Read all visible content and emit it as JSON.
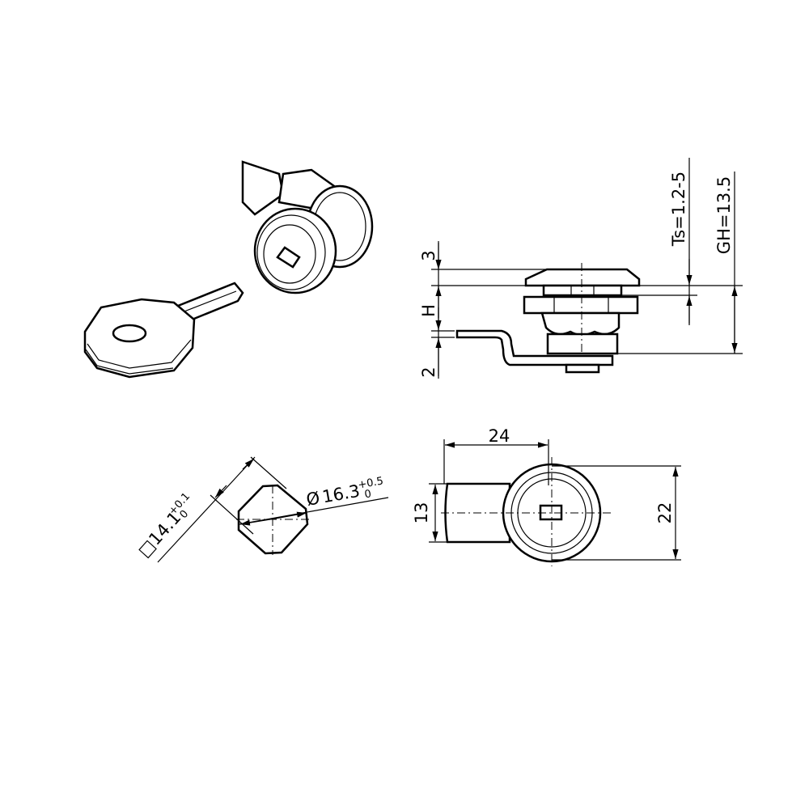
{
  "side_view": {
    "dim_top": "3",
    "dim_h": "H",
    "dim_cam": "2",
    "dim_ts": "Ts=1.2-5",
    "dim_gh": "GH=13.5"
  },
  "cutout_view": {
    "square_symbol": "□",
    "square_value": "14.1",
    "square_tol_upper": "+0.1",
    "square_tol_lower": "0",
    "diameter_symbol": "Ø",
    "diameter_value": "16.3",
    "diameter_tol_upper": "+0.5",
    "diameter_tol_lower": "0"
  },
  "front_view": {
    "dim_width": "24",
    "dim_cam_width": "13",
    "dim_height": "22"
  },
  "colors": {
    "line": "#000000",
    "background": "#ffffff"
  }
}
